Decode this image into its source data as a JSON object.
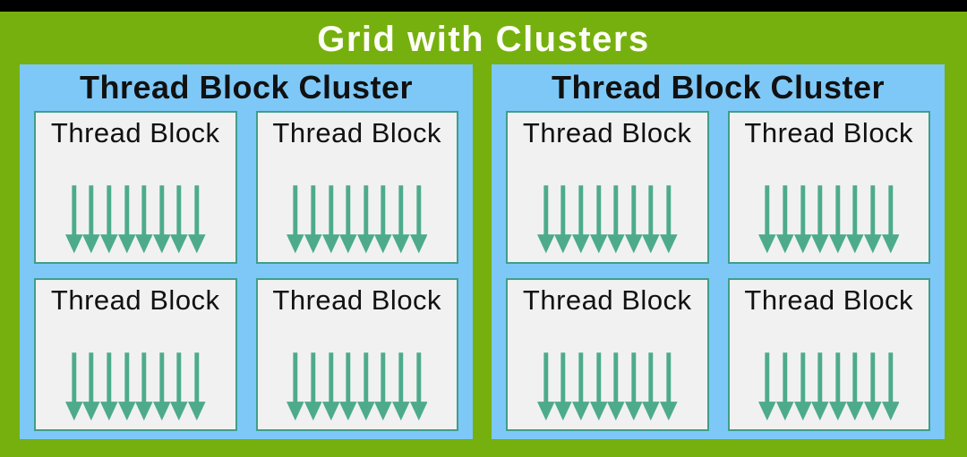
{
  "title": "Grid with Clusters",
  "arrows_per_block": 8,
  "icons": {
    "thread_arrow": "down-arrow-icon"
  },
  "colors": {
    "top_bar": "#000000",
    "background_green": "#76b00e",
    "cluster_blue": "#7ec8f8",
    "block_bg": "#f1f1f1",
    "block_border": "#3f9e8a",
    "arrow_teal": "#4dab8c",
    "title_text": "#fdfef5",
    "label_text": "#111111"
  },
  "clusters": [
    {
      "label": "Thread Block Cluster",
      "blocks": [
        {
          "label": "Thread Block"
        },
        {
          "label": "Thread Block"
        },
        {
          "label": "Thread Block"
        },
        {
          "label": "Thread Block"
        }
      ]
    },
    {
      "label": "Thread Block Cluster",
      "blocks": [
        {
          "label": "Thread Block"
        },
        {
          "label": "Thread Block"
        },
        {
          "label": "Thread Block"
        },
        {
          "label": "Thread Block"
        }
      ]
    }
  ]
}
